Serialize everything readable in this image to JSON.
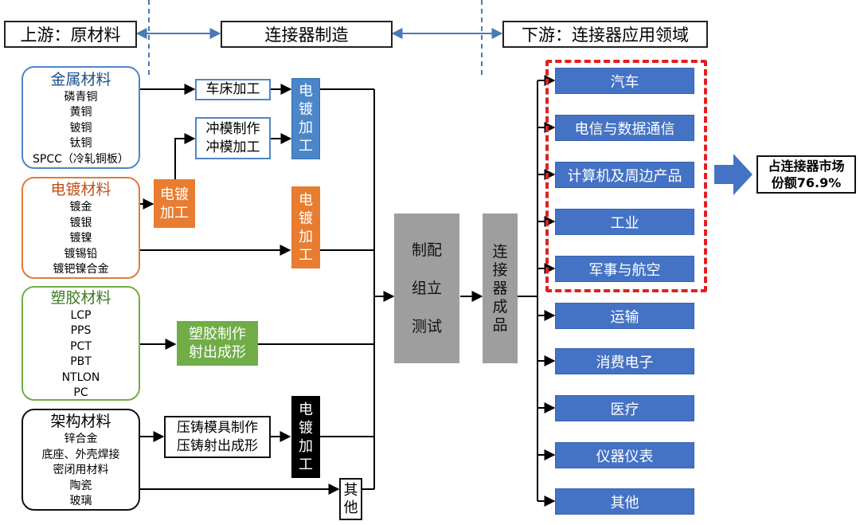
{
  "header": {
    "upstream": "上游：原材料",
    "manufacturing": "连接器制造",
    "downstream": "下游：连接器应用领域"
  },
  "materials": {
    "metal": {
      "title": "金属材料",
      "items": [
        "磷青铜",
        "黄铜",
        "铍铜",
        "钛铜",
        "SPCC（冷轧铜板）"
      ]
    },
    "plating": {
      "title": "电镀材料",
      "items": [
        "镀金",
        "镀银",
        "镀镍",
        "镀锡铅",
        "镀钯镍合金"
      ]
    },
    "plastic": {
      "title": "塑胶材料",
      "items": [
        "LCP",
        "PPS",
        "PCT",
        "PBT",
        "NTLON",
        "PC"
      ]
    },
    "frame": {
      "title": "架构材料",
      "items": [
        "锌合金",
        "底座、外壳焊接",
        "密闭用材料",
        "陶瓷",
        "玻璃"
      ]
    }
  },
  "process": {
    "lathe": "车床加工",
    "stamping": [
      "冲模制作",
      "冲模加工"
    ],
    "plating_orange_small": [
      "电镀",
      "加工"
    ],
    "plating_blue": [
      "电",
      "镀",
      "加",
      "工"
    ],
    "plating_orange": [
      "电",
      "镀",
      "加",
      "工"
    ],
    "plastic_molding": [
      "塑胶制作",
      "射出成形"
    ],
    "die_casting": [
      "压铸模具制作",
      "压铸射出成形"
    ],
    "plating_black": [
      "电",
      "镀",
      "加",
      "工"
    ],
    "other": [
      "其",
      "他"
    ],
    "assembly": [
      "制配",
      "组立",
      "测试"
    ],
    "finished": [
      "连",
      "接",
      "器",
      "成",
      "品"
    ]
  },
  "applications": [
    "汽车",
    "电信与数据通信",
    "计算机及周边产品",
    "工业",
    "军事与航空",
    "运输",
    "消费电子",
    "医疗",
    "仪器仪表",
    "其他"
  ],
  "market_share": [
    "占连接器市场",
    "份额76.9%"
  ],
  "colors": {
    "blue_box": "#4472c4",
    "orange": "#e87c31",
    "green": "#70ad47",
    "gray": "#9e9e9e",
    "red_dashed": "#e02020",
    "arrow_blue": "#4472c4"
  }
}
